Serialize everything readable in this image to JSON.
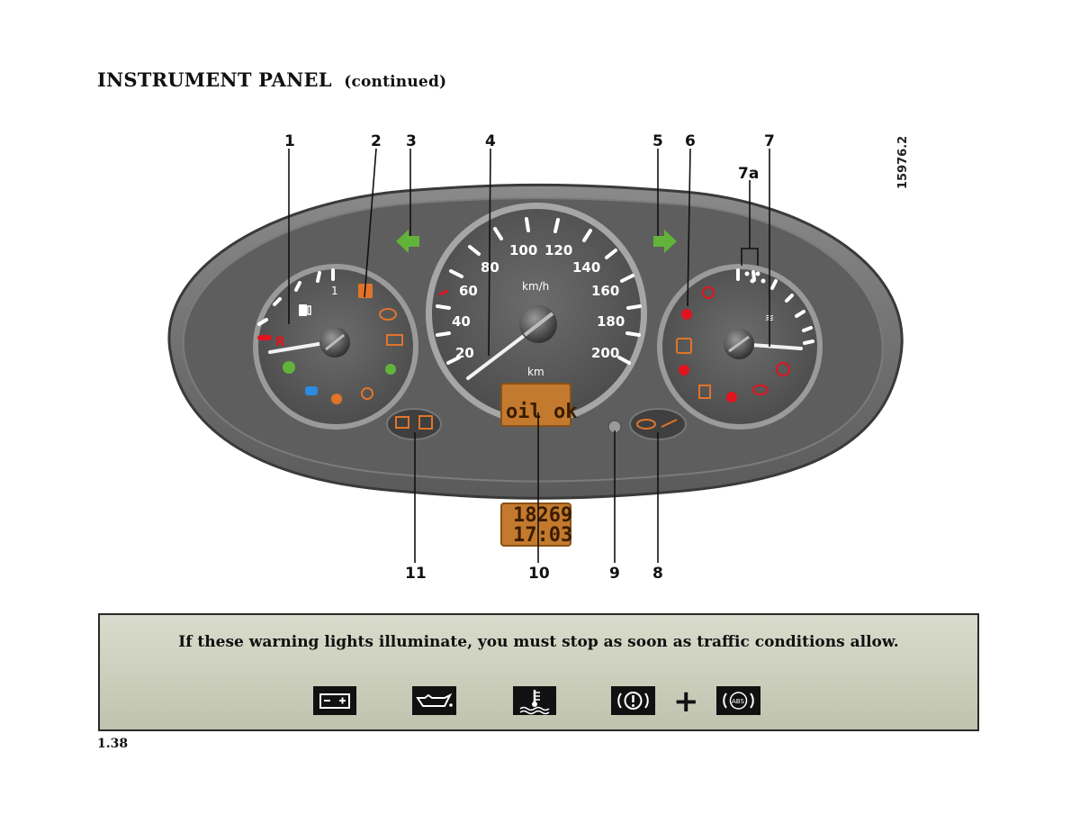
{
  "header": {
    "title": "INSTRUMENT PANEL",
    "subtitle": "(continued)"
  },
  "figure": {
    "code": "15976.2",
    "callouts_top": [
      "1",
      "2",
      "3",
      "4",
      "5",
      "6",
      "7"
    ],
    "callout_7a": "7a",
    "callouts_bottom": [
      "11",
      "10",
      "9",
      "8"
    ],
    "speedo": {
      "ticks": [
        "20",
        "40",
        "60",
        "80",
        "100",
        "120",
        "140",
        "160",
        "180",
        "200"
      ],
      "unit": "km/h",
      "odo_unit": "km",
      "display": "oil ok"
    },
    "fuel_gauge": {
      "full_label": "1",
      "reserve_label": "R"
    },
    "inset_display": {
      "line1": "18269",
      "line2": "17:03"
    },
    "colors": {
      "arrow_green": "#62b33a",
      "warning_red": "#e0141e",
      "amber": "#e2742a",
      "lcd_bg": "#c47a2e"
    }
  },
  "warning": {
    "text": "If these warning lights illuminate, you must stop as soon as traffic conditions allow.",
    "icons": [
      "battery-icon",
      "oil-pressure-icon",
      "coolant-temperature-icon",
      "brake-icon",
      "abs-icon"
    ],
    "plus": "+",
    "abs_label": "ABS"
  },
  "footer": {
    "page_number": "1.38"
  }
}
